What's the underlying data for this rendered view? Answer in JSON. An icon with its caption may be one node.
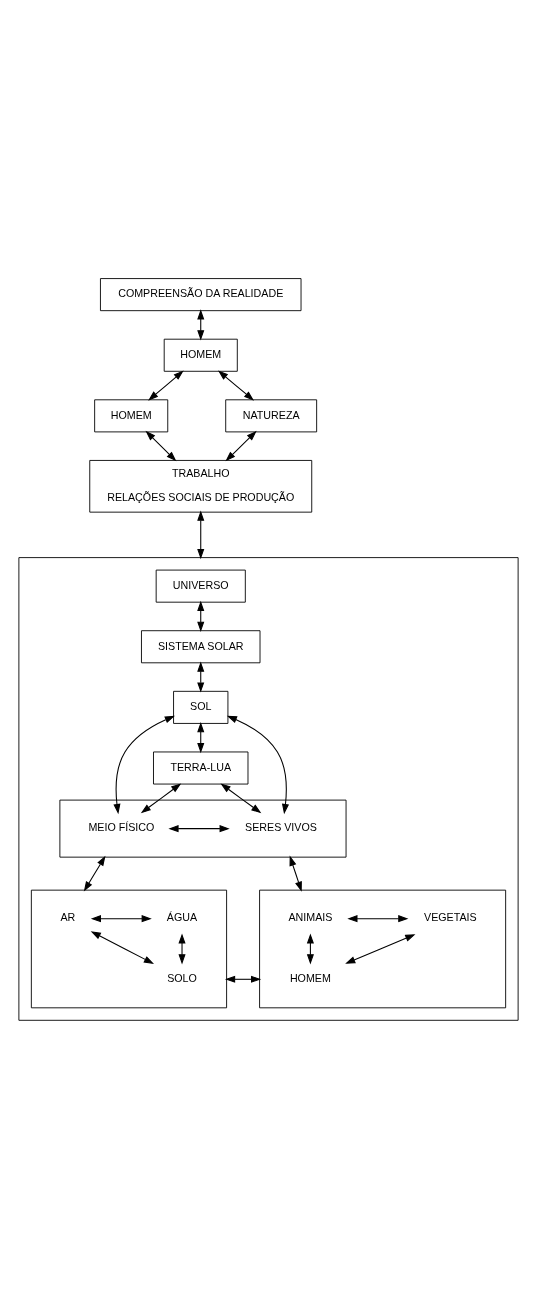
{
  "diagram": {
    "nodes": [
      {
        "text": [
          "COMPREENSÃO DA REALIDADE"
        ]
      },
      {
        "text": [
          "HOMEM"
        ]
      },
      {
        "text": [
          "HOMEM"
        ]
      },
      {
        "text": [
          "NATUREZA"
        ]
      },
      {
        "text": [
          "TRABALHO",
          "RELAÇÕES SOCIAIS DE PRODUÇÃO"
        ]
      },
      {
        "text": [],
        "shape": "box"
      },
      {
        "text": [
          "UNIVERSO"
        ],
        "in": 5
      },
      {
        "text": [
          "SISTEMA SOLAR"
        ],
        "in": 5
      },
      {
        "text": [
          "SOL"
        ],
        "in": 5
      },
      {
        "text": [
          "TERRA-LUA"
        ],
        "in": 5
      },
      {
        "text": [],
        "shape": "box",
        "in": 5
      },
      {
        "text": [
          "MEIO FÍSICO"
        ],
        "in": 10
      },
      {
        "text": [
          "SERES VIVOS"
        ],
        "in": 10
      },
      {
        "text": [],
        "shape": "box",
        "in": 5
      },
      {
        "text": [
          "AR"
        ],
        "in": 13
      },
      {
        "text": [
          "ÁGUA"
        ],
        "in": 13
      },
      {
        "text": [
          "SOLO"
        ],
        "in": 13
      },
      {
        "text": [],
        "shape": "box",
        "in": 5
      },
      {
        "text": [
          "ANIMAIS"
        ],
        "in": 17
      },
      {
        "text": [
          "VEGETAIS"
        ],
        "in": 17
      },
      {
        "text": [
          "HOMEM"
        ],
        "in": 17
      }
    ],
    "edges": [
      {
        "from": 0,
        "to": 1,
        "arrow": "both"
      },
      {
        "from": 1,
        "to": 2,
        "arrow": "both"
      },
      {
        "from": 1,
        "to": 3,
        "arrow": "both"
      },
      {
        "from": 2,
        "to": 4,
        "arrow": "both"
      },
      {
        "from": 3,
        "to": 4,
        "arrow": "both"
      },
      {
        "from": 4,
        "to": 5,
        "arrow": "both"
      },
      {
        "from": 6,
        "to": 7,
        "arrow": "both"
      },
      {
        "from": 7,
        "to": 8,
        "arrow": "both"
      },
      {
        "from": 8,
        "to": 9,
        "arrow": "both"
      },
      {
        "from": 8,
        "to": 11,
        "arrow": "both"
      },
      {
        "from": 8,
        "to": 12,
        "arrow": "both"
      },
      {
        "from": 9,
        "to": 11,
        "arrow": "both"
      },
      {
        "from": 9,
        "to": 12,
        "arrow": "both"
      },
      {
        "from": 11,
        "to": 12,
        "arrow": "both"
      },
      {
        "from": 10,
        "to": 13,
        "arrow": "both"
      },
      {
        "from": 10,
        "to": 17,
        "arrow": "both"
      },
      {
        "from": 14,
        "to": 15,
        "arrow": "both"
      },
      {
        "from": 14,
        "to": 16,
        "arrow": "both"
      },
      {
        "from": 15,
        "to": 16,
        "arrow": "both"
      },
      {
        "from": 13,
        "to": 17,
        "arrow": "both"
      },
      {
        "from": 18,
        "to": 19,
        "arrow": "both"
      },
      {
        "from": 18,
        "to": 20,
        "arrow": "both"
      },
      {
        "from": 19,
        "to": 20,
        "arrow": "both"
      }
    ]
  }
}
